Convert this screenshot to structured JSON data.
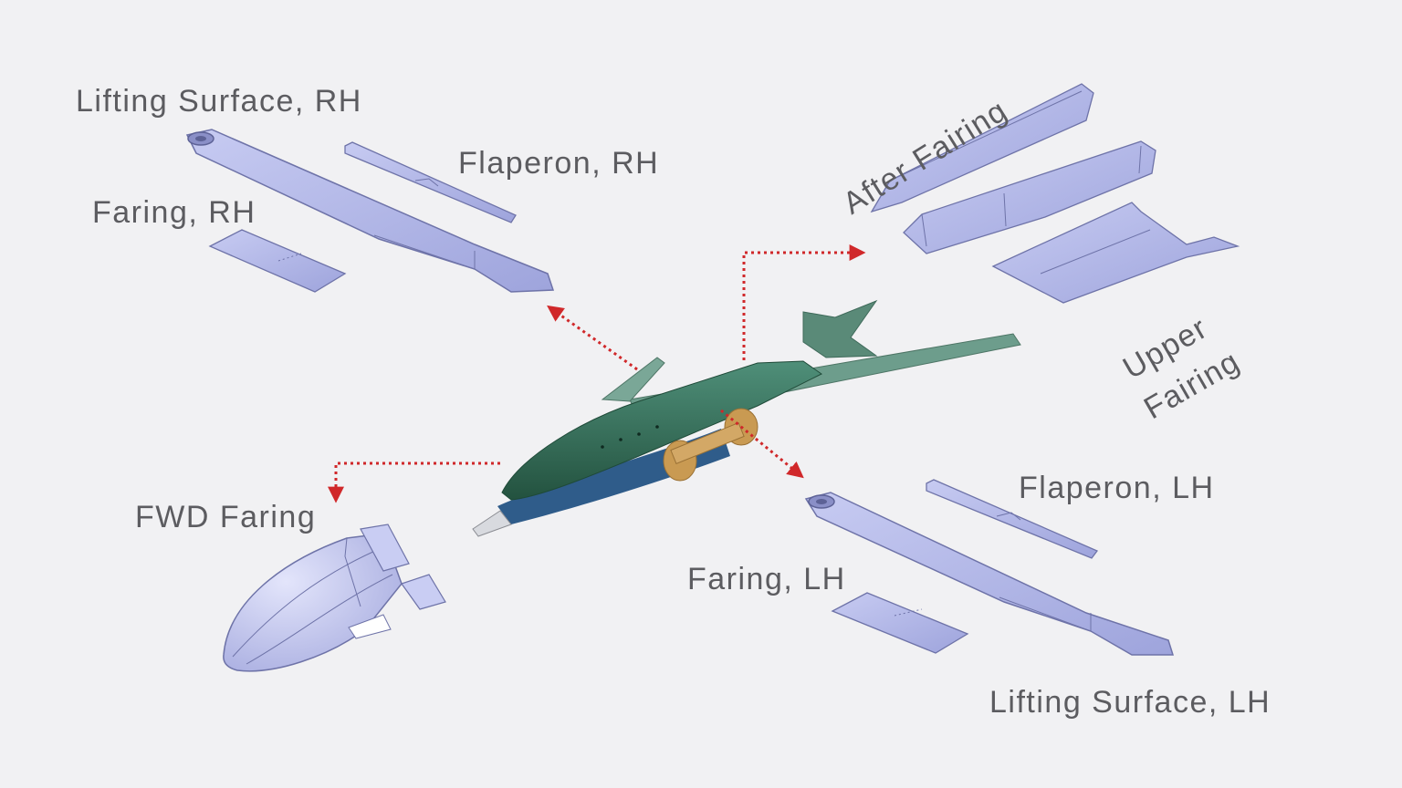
{
  "labels": {
    "lifting_surface_rh": "Lifting Surface, RH",
    "flaperon_rh": "Flaperon, RH",
    "faring_rh": "Faring, RH",
    "after_fairing": "After Fairing",
    "upper_fairing_line1": "Upper",
    "upper_fairing_line2": "Fairing",
    "fwd_faring": "FWD Faring",
    "flaperon_lh": "Flaperon, LH",
    "faring_lh": "Faring, LH",
    "lifting_surface_lh": "Lifting Surface, LH"
  },
  "colors": {
    "background": "#f1f1f3",
    "part_fill": "#b4b9e8",
    "part_stroke": "#6e73a8",
    "aircraft_body": "#3f7a66",
    "aircraft_wing": "#6d9d8c",
    "aircraft_belly": "#2f5c8a",
    "payload": "#c99a52",
    "arrow": "#d0282a",
    "label": "#5c5c60"
  }
}
